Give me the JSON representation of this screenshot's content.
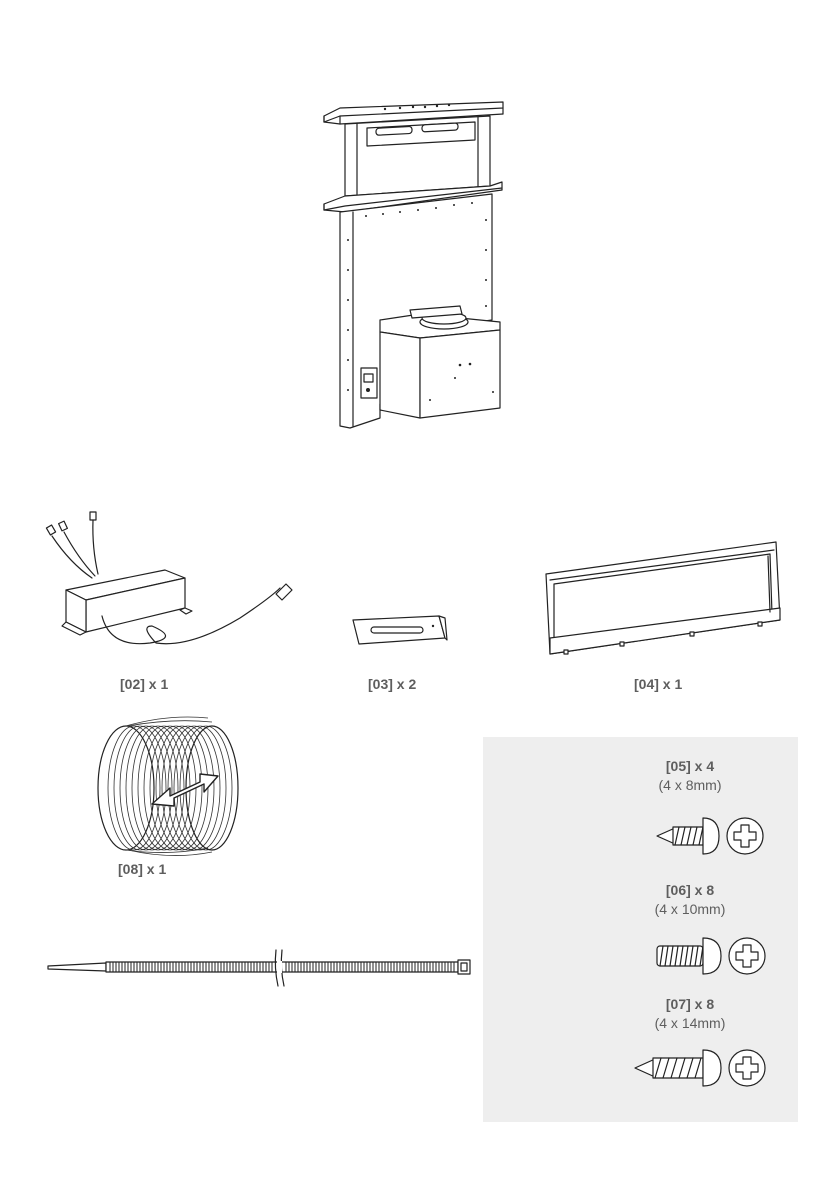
{
  "parts": {
    "p02": {
      "label": "[02] x 1",
      "icon": "control-box-icon"
    },
    "p03": {
      "label": "[03] x 2",
      "icon": "bracket-icon"
    },
    "p04": {
      "label": "[04] x 1",
      "icon": "front-panel-icon"
    },
    "p08": {
      "label": "[08] x 1",
      "icon": "flexible-duct-icon"
    },
    "cable_tie": {
      "icon": "cable-tie-icon"
    }
  },
  "screws": [
    {
      "label": "[05] x 4",
      "size": "(4 x 8mm)",
      "icon": "self-tapping-screw-icon"
    },
    {
      "label": "[06] x 8",
      "size": "(4 x 10mm)",
      "icon": "machine-screw-icon"
    },
    {
      "label": "[07] x 8",
      "size": "(4 x 14mm)",
      "icon": "self-tapping-screw-icon"
    }
  ],
  "colors": {
    "panel_bg": "#eeeeee",
    "label": "#5e5e5e",
    "line": "#222222"
  }
}
